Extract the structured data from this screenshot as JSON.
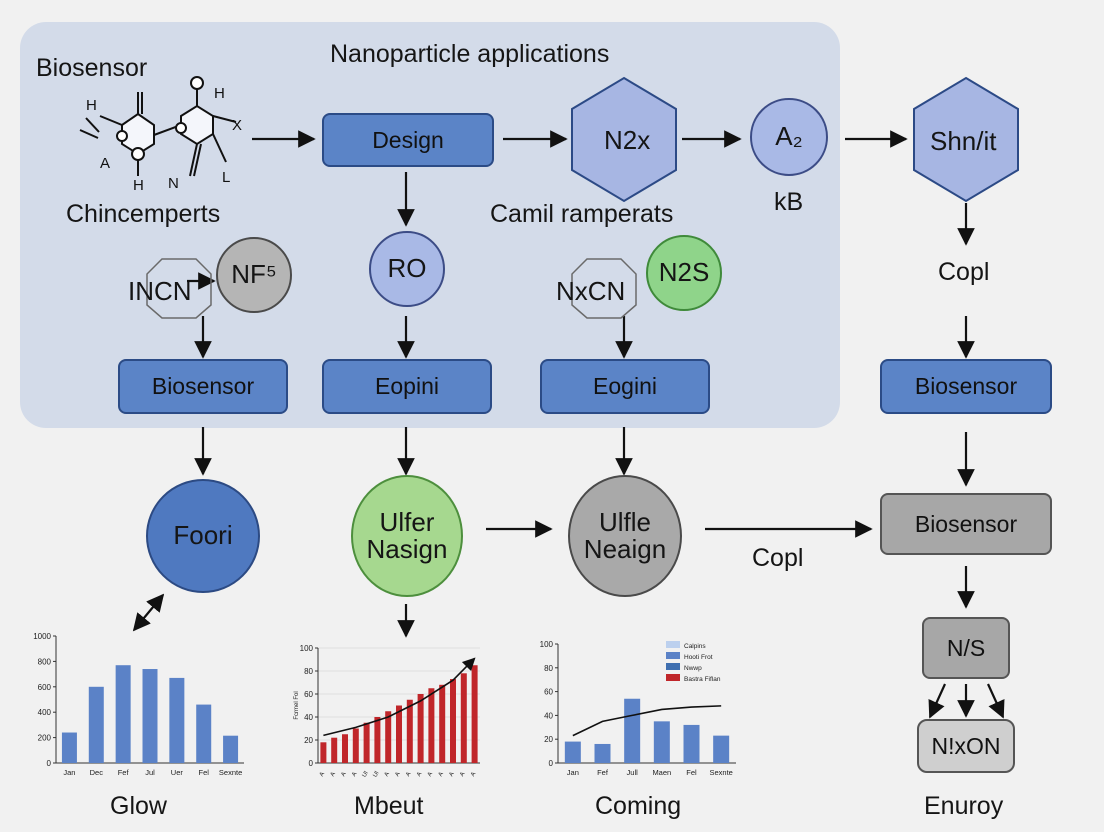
{
  "title": "Nanoparticle applications",
  "labels": {
    "biosensor_top": "Biosensor",
    "chincemperts": "Chincemperts",
    "camil": "Camil ramperats",
    "kb": "kB",
    "copl_right": "Copl",
    "copl_mid": "Copl"
  },
  "nodes": {
    "design": "Design",
    "n2x": "N2x",
    "a2": "A₂",
    "shn": "Shn/it",
    "incn": "INCN",
    "nf5": "NF⁵",
    "ro": "RO",
    "nxcn": "NxCN",
    "n2s": "N2S",
    "biosensor_left": "Biosensor",
    "eopini": "Eopini",
    "eogini": "Eogini",
    "biosensor_right": "Biosensor",
    "foori": "Foori",
    "ulfer_line1": "Ulfer",
    "ulfer_line2": "Nasign",
    "ulfle_line1": "Ulfle",
    "ulfle_line2": "Neaign",
    "biosensor_gray": "Biosensor",
    "ns": "N/S",
    "nxon": "N!xON"
  },
  "bottom_labels": {
    "glow": "Glow",
    "mbeut": "Mbeut",
    "coming": "Coming",
    "enuroy": "Enuroy"
  },
  "colors": {
    "panel": "#d3dbe9",
    "box_blue": "#5b84c7",
    "bar_blue": "#5b82c7",
    "bar_red": "#c0262a"
  },
  "chart_data": [
    {
      "type": "bar",
      "categories": [
        "Jan",
        "Dec",
        "Fef",
        "Jul",
        "Uer",
        "Fel",
        "Sexnte"
      ],
      "values": [
        240,
        600,
        770,
        740,
        670,
        460,
        215
      ],
      "ylim": [
        0,
        1000
      ],
      "yticks": [
        0,
        200,
        400,
        600,
        800,
        1000
      ],
      "title": "",
      "xlabel": "",
      "ylabel": "",
      "grid": false
    },
    {
      "type": "bar",
      "categories": [
        "A",
        "A",
        "A",
        "A",
        "Ul",
        "Ul",
        "A",
        "A",
        "A",
        "A",
        "A",
        "A",
        "A",
        "A",
        "A"
      ],
      "values": [
        18,
        22,
        25,
        30,
        35,
        40,
        45,
        50,
        55,
        60,
        65,
        68,
        73,
        78,
        85
      ],
      "ylim": [
        0,
        100
      ],
      "yticks": [
        0,
        20,
        40,
        60,
        80,
        100
      ],
      "ylabel": "Fcrmel Fol",
      "title": "",
      "xlabel": "",
      "trend": [
        [
          0,
          24
        ],
        [
          3,
          31
        ],
        [
          6,
          40
        ],
        [
          9,
          54
        ],
        [
          12,
          72
        ],
        [
          14,
          91
        ]
      ],
      "grid": true
    },
    {
      "type": "bar",
      "categories": [
        "Jan",
        "Fef",
        "Jull",
        "Maen",
        "Fel",
        "Sexnte"
      ],
      "values": [
        18,
        16,
        54,
        35,
        32,
        23
      ],
      "ylim": [
        0,
        100
      ],
      "yticks": [
        0,
        20,
        40,
        60,
        80,
        100
      ],
      "legend": [
        "Calpins",
        "Hooti Frot",
        "Nwwp",
        "Bastra Fiflan"
      ],
      "legend_placement": "top-right",
      "trend": [
        [
          0,
          23
        ],
        [
          1,
          35
        ],
        [
          2,
          40
        ],
        [
          3,
          45
        ],
        [
          4,
          47
        ],
        [
          5,
          48
        ]
      ],
      "title": "",
      "xlabel": "",
      "ylabel": "",
      "grid": false
    }
  ]
}
